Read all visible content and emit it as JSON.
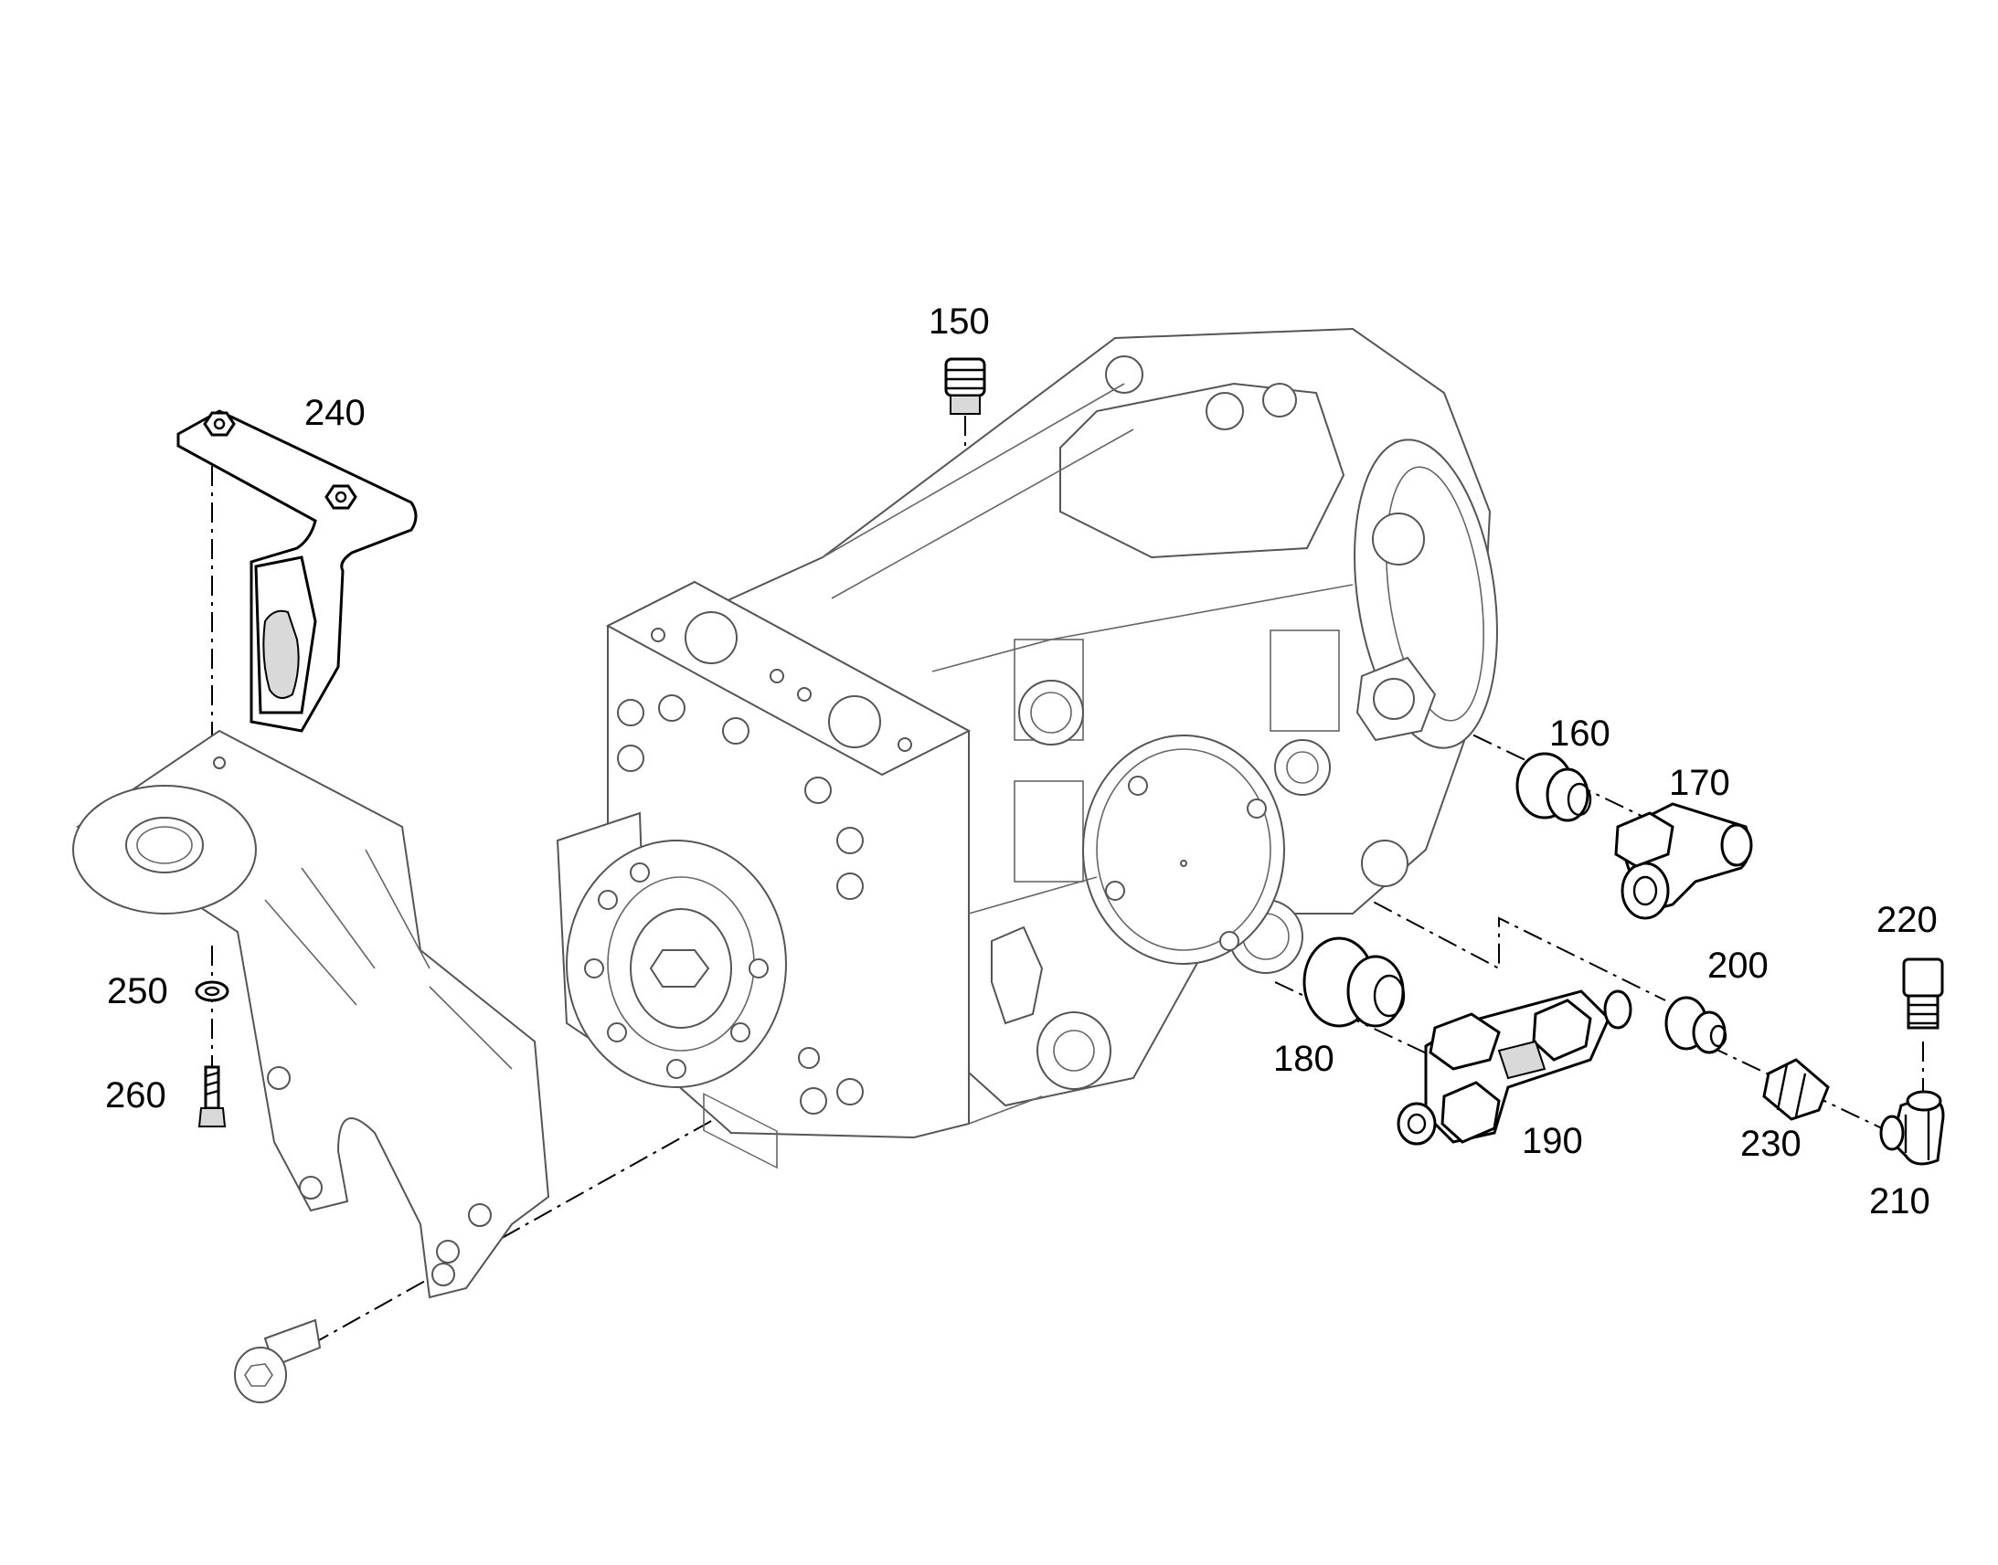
{
  "diagram": {
    "background": "#ffffff",
    "line_color": "#000000",
    "callouts": [
      {
        "id": "150",
        "label": "150"
      },
      {
        "id": "160",
        "label": "160"
      },
      {
        "id": "170",
        "label": "170"
      },
      {
        "id": "180",
        "label": "180"
      },
      {
        "id": "190",
        "label": "190"
      },
      {
        "id": "200",
        "label": "200"
      },
      {
        "id": "210",
        "label": "210"
      },
      {
        "id": "220",
        "label": "220"
      },
      {
        "id": "230",
        "label": "230"
      },
      {
        "id": "240",
        "label": "240"
      },
      {
        "id": "250",
        "label": "250"
      },
      {
        "id": "260",
        "label": "260"
      }
    ]
  }
}
